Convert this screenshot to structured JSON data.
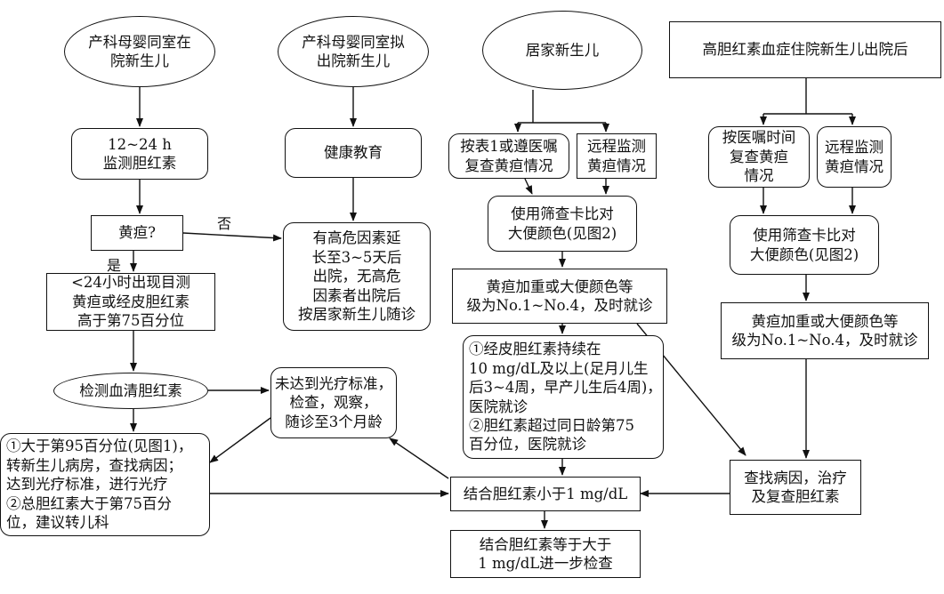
{
  "nodes": {
    "start_ward": "产科母婴同室在\n院新生儿",
    "start_discharge": "产科母婴同室拟\n出院新生儿",
    "start_home": "居家新生儿",
    "start_hyper": "高胆红素血症住院新生儿出院后",
    "monitor": "12~24 h\n监测胆红素",
    "health_edu": "健康教育",
    "jaundice_q": "黄疸?",
    "high_risk": "有高危因素延\n长至3~5天后\n出院，无高危\n因素者出院后\n按居家新生儿随诊",
    "lt24": "<24小时出现目测\n黄疸或经皮胆红素\n高于第75百分位",
    "serum": "检测血清胆红素",
    "not_reached": "未达到光疗标准，\n检查，观察，\n随诊至3个月龄",
    "gt95": "①大于第95百分位(见图1)，\n转新生儿病房，查找病因；\n达到光疗标准，进行光疗\n②总胆红素大于第75百分\n位，建议转儿科",
    "home_recheck": "按表1或遵医嘱\n复查黄疸情况",
    "home_remote": "远程监测\n黄疸情况",
    "home_card": "使用筛查卡比对\n大便颜色(见图2)",
    "home_worse": "黄疸加重或大便颜色等\n级为No.1~No.4，及时就诊",
    "home_persist": "①经皮胆红素持续在\n10 mg/dL及以上(足月儿生\n后3~4周，早产儿生后4周)，\n医院就诊\n②胆红素超过同日龄第75\n百分位，医院就诊",
    "hyper_recheck": "按医嘱时间\n复查黄疸\n情况",
    "hyper_remote": "远程监测\n黄疸情况",
    "hyper_card": "使用筛查卡比对\n大便颜色(见图2)",
    "hyper_worse": "黄疸加重或大便颜色等\n级为No.1~No.4，及时就诊",
    "find_cause": "查找病因，治疗\n及复查胆红素",
    "conj_lt1": "结合胆红素小于1 mg/dL",
    "conj_ge1": "结合胆红素等于大于\n1 mg/dL进一步检查"
  },
  "labels": {
    "no": "否",
    "yes": "是"
  }
}
